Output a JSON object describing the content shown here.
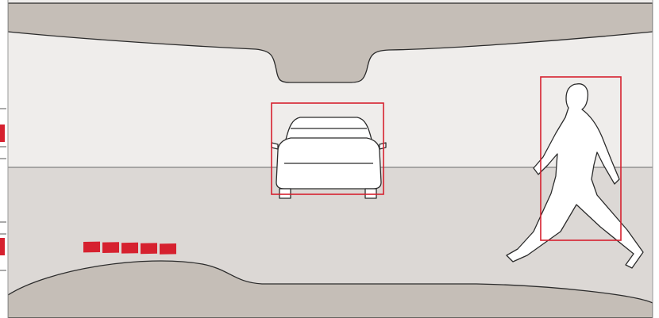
{
  "colors": {
    "sky": "#efedeb",
    "road": "#dcd8d5",
    "frame": "#c5beb7",
    "outline": "#2b2b2b",
    "detection_box": "#d6212f",
    "alert_segments": "#d6212f",
    "side_marks": "#d6212f"
  },
  "objects": {
    "vehicle": "car-rear-view",
    "pedestrian": "walking-person"
  },
  "detections": [
    {
      "target": "vehicle",
      "shape": "rectangle"
    },
    {
      "target": "pedestrian",
      "shape": "rectangle"
    }
  ],
  "alert_indicator": {
    "segment_count": 5
  }
}
